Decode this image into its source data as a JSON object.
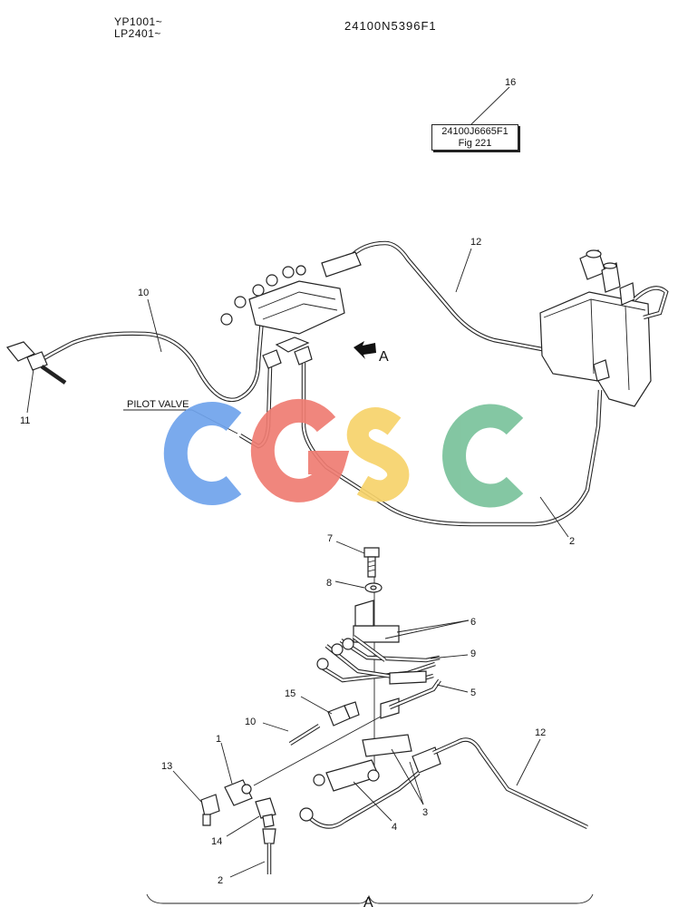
{
  "header": {
    "serial_line_1": "YP1001~",
    "serial_line_2": "LP2401~",
    "document_number": "24100N5396F1"
  },
  "reference_box": {
    "part_number": "24100J6665F1",
    "figure": "Fig 221"
  },
  "labels": {
    "pilot_valve": "PILOT VALVE",
    "view_arrow": "A",
    "detail_view": "A"
  },
  "callouts": [
    "1",
    "2",
    "2",
    "3",
    "4",
    "5",
    "6",
    "7",
    "8",
    "9",
    "10",
    "10",
    "11",
    "12",
    "12",
    "13",
    "14",
    "15",
    "16"
  ],
  "watermark": {
    "letters": [
      "C",
      "G",
      "S",
      "C"
    ],
    "colors": [
      "#6fa3ec",
      "#ef7c72",
      "#f7d36b",
      "#79c29b"
    ]
  }
}
